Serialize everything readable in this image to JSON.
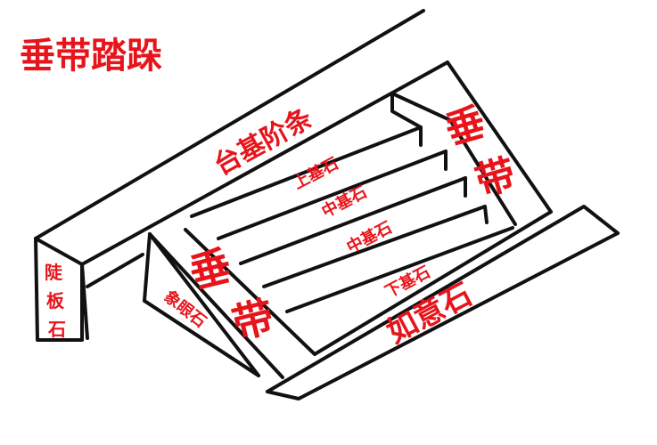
{
  "title": "垂带踏跺",
  "labels": {
    "platform_strip": "台基阶条",
    "upper_step": "上基石",
    "middle_step_1": "中基石",
    "middle_step_2": "中基石",
    "lower_step": "下基石",
    "ruyi_stone": "如意石",
    "right_side_band_1": "垂",
    "right_side_band_2": "带",
    "left_side_band_1": "垂",
    "left_side_band_2": "带",
    "elephant_eye_stone": "象眼石",
    "end_block_1": "陡",
    "end_block_2": "板",
    "end_block_3": "石"
  },
  "colors": {
    "label": "#e8141b",
    "line": "#111111",
    "background": "#ffffff"
  }
}
